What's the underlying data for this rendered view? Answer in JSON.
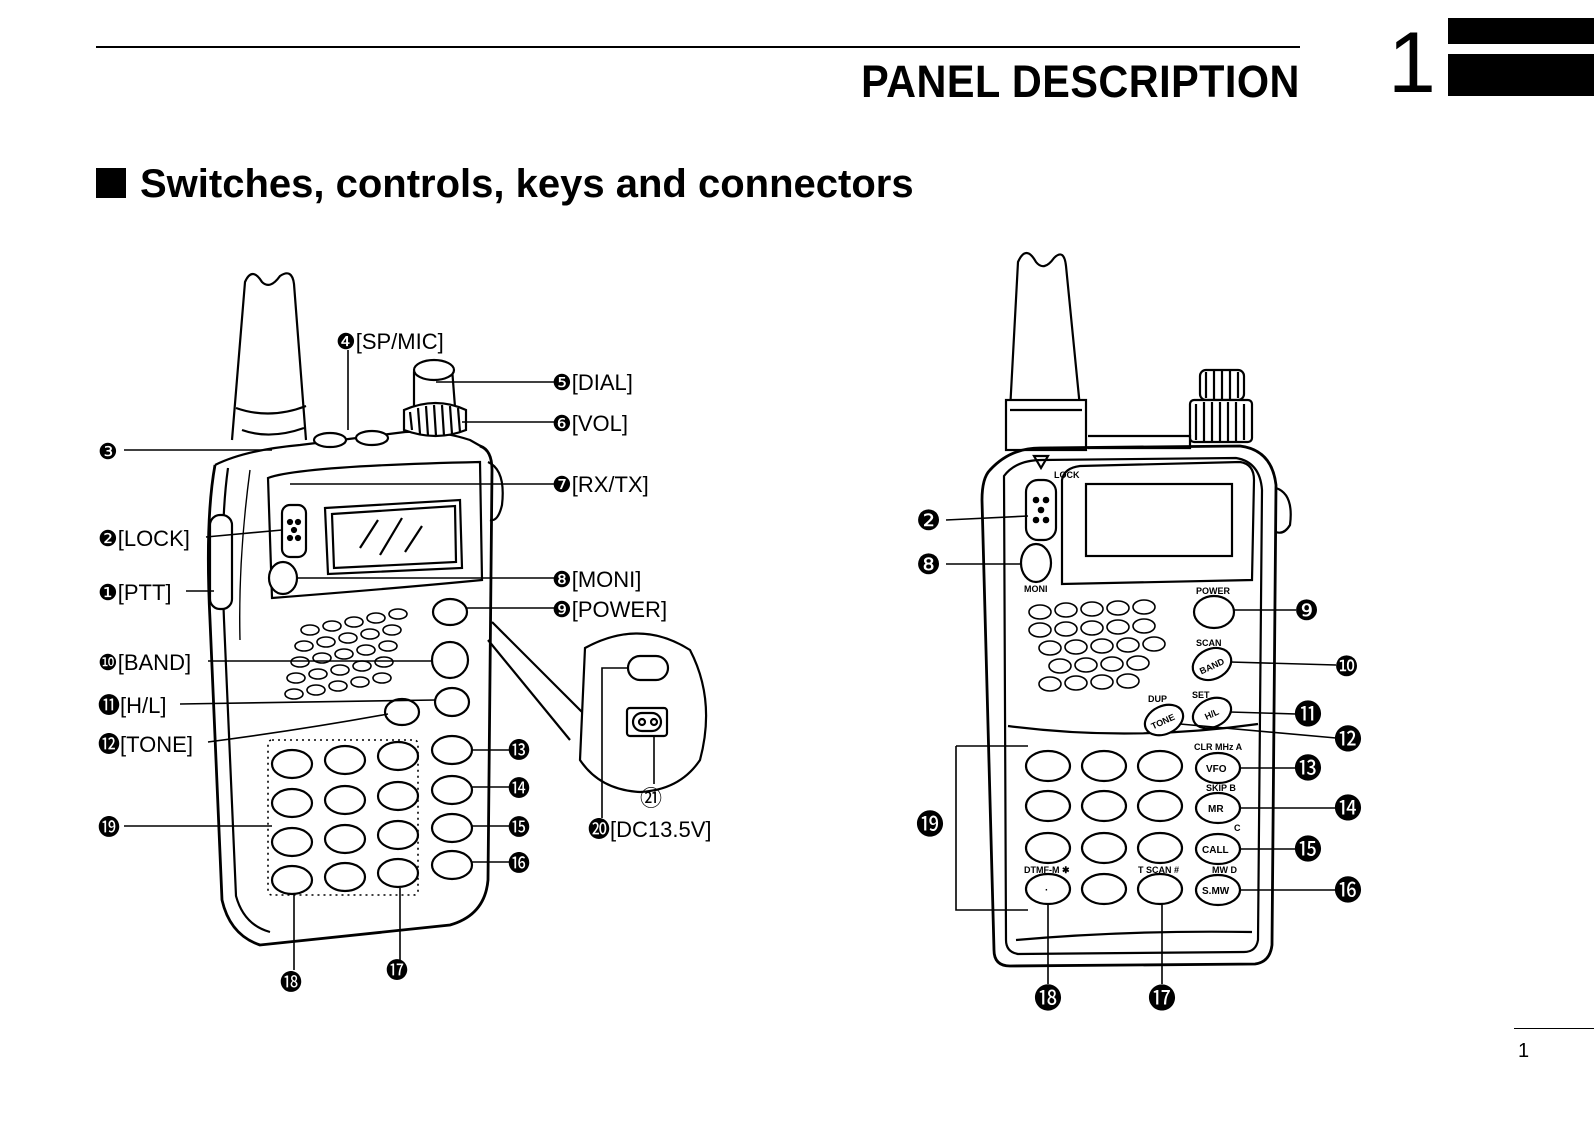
{
  "header": {
    "chapter_title": "PANEL DESCRIPTION",
    "chapter_number": "1"
  },
  "section": {
    "title": "Switches, controls, keys and connectors"
  },
  "left_labels": {
    "l1": "❶[PTT]",
    "l2": "❷[LOCK]",
    "l3": "❸",
    "l4": "❹[SP/MIC]",
    "l5": "❺[DIAL]",
    "l6": "❻[VOL]",
    "l7": "❼[RX/TX]",
    "l8": "❽[MONI]",
    "l9": "❾[POWER]",
    "l10": "❿[BAND]",
    "l11": "⓫[H/L]",
    "l12": "⓬[TONE]",
    "l13": "⓭",
    "l14": "⓮",
    "l15": "⓯",
    "l16": "⓰",
    "l17": "⓱",
    "l18": "⓲",
    "l19": "⓳",
    "l20": "⓴[DC13.5V]",
    "l21": "㉑"
  },
  "right_labels": {
    "r2": "❷",
    "r8": "❽",
    "r9": "❾",
    "r10": "❿",
    "r11": "⓫",
    "r12": "⓬",
    "r13": "⓭",
    "r14": "⓮",
    "r15": "⓯",
    "r16": "⓰",
    "r17": "⓱",
    "r18": "⓲",
    "r19": "⓳"
  },
  "radio_printing": {
    "lock": "LOCK",
    "moni": "MONI",
    "power": "POWER",
    "scan": "SCAN",
    "band": "BAND",
    "dup": "DUP",
    "set": "SET",
    "tone": "TONE",
    "hl": "H/L",
    "clr_mhz": "CLR MHz A",
    "vfo": "VFO",
    "skip": "SKIP B",
    "mr": "MR",
    "c": "C",
    "call": "CALL",
    "mw": "MW D",
    "smw": "S.MW",
    "dtmf": "DTMF-M ✱",
    "tscan": "T SCAN #",
    "dot": "·"
  },
  "footer": {
    "page_number": "1"
  }
}
